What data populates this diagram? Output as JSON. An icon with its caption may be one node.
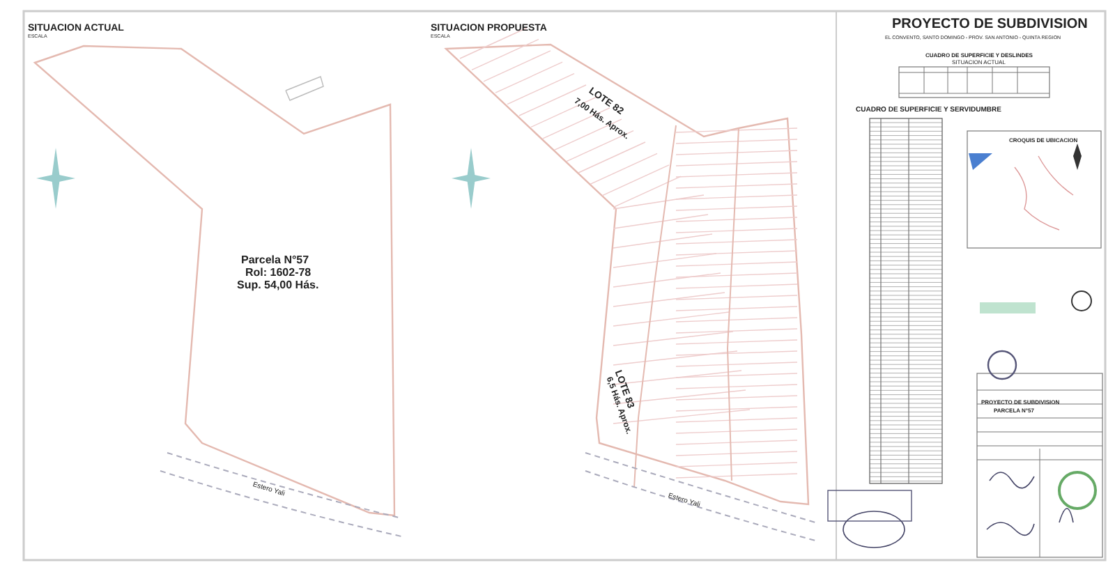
{
  "diagram": {
    "title": "PROYECTO DE SUBDIVISION",
    "labels": [
      "SITUACION ACTUAL",
      "ESCALA",
      "Parcela N°57",
      "Rol: 1602-78",
      "Sup. 54,00 Hás.",
      "Estero Yali",
      "SITUACION PROPUESTA",
      "ESCALA",
      "LOTE 82",
      "7,00 Hás. Aprox.",
      "LOTE 83",
      "6,5 Hás. Aprox.",
      "Estero Yali",
      "EL CONVENTO, SANTO DOMINGO - PROV. SAN ANTONIO - QUINTA REGION",
      "CUADRO DE SUPERFICIE Y DESLINDES",
      "SITUACION ACTUAL",
      "CUADRO DE SUPERFICIE Y SERVIDUMBRE",
      "CROQUIS DE UBICACION",
      "PROYECTO DE SUBDIVISION",
      "PARCELA N°57"
    ]
  }
}
